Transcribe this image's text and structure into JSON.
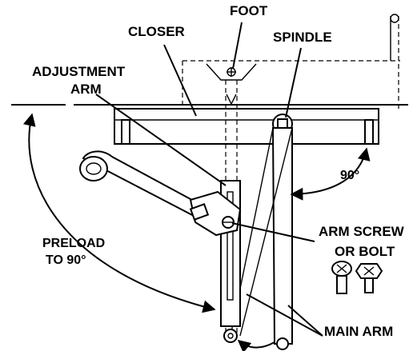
{
  "labels": {
    "foot": "FOOT",
    "closer": "CLOSER",
    "spindle": "SPINDLE",
    "adjustment_arm_line1": "ADJUSTMENT",
    "adjustment_arm_line2": "ARM",
    "ninety": "90°",
    "arm_screw_line1": "ARM SCREW",
    "arm_screw_line2": "OR BOLT",
    "preload_line1": "PRELOAD",
    "preload_line2": "TO 90°",
    "main_arm": "MAIN ARM"
  },
  "colors": {
    "ink": "#000000",
    "background": "#ffffff"
  }
}
